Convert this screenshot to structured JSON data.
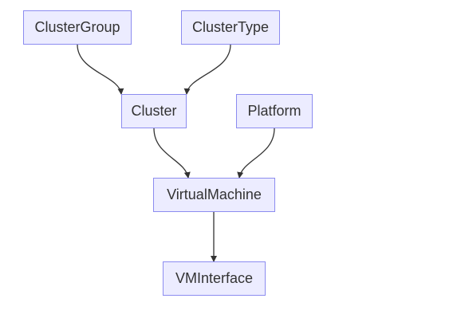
{
  "nodes": {
    "cluster_group": "ClusterGroup",
    "cluster_type": "ClusterType",
    "cluster": "Cluster",
    "platform": "Platform",
    "virtual_machine": "VirtualMachine",
    "vm_interface": "VMInterface"
  },
  "edges": [
    {
      "from": "cluster_group",
      "to": "cluster"
    },
    {
      "from": "cluster_type",
      "to": "cluster"
    },
    {
      "from": "cluster",
      "to": "virtual_machine"
    },
    {
      "from": "platform",
      "to": "virtual_machine"
    },
    {
      "from": "virtual_machine",
      "to": "vm_interface"
    }
  ],
  "colors": {
    "node_fill": "#ececff",
    "node_border": "#8c8cf0",
    "text": "#333333",
    "edge": "#333333"
  }
}
